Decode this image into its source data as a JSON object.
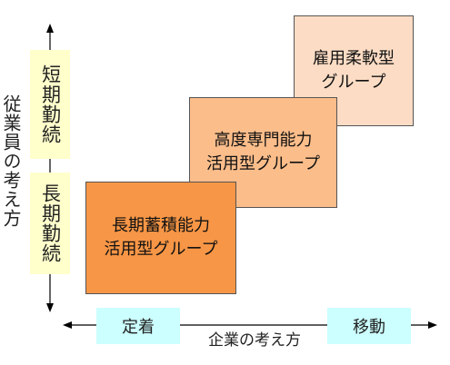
{
  "y_axis": {
    "title": "従業員の考え方",
    "top_label": "短期勤続",
    "bottom_label": "長期勤続"
  },
  "x_axis": {
    "title": "企業の考え方",
    "left_label": "定着",
    "right_label": "移動"
  },
  "groups": [
    {
      "line1": "長期蓄積能力",
      "line2": "活用型グループ",
      "color": "#f79646"
    },
    {
      "line1": "高度専門能力",
      "line2": "活用型グループ",
      "color": "#fbbd8a"
    },
    {
      "line1": "雇用柔軟型",
      "line2": "グループ",
      "color": "#fcdcc4"
    }
  ],
  "colors": {
    "axis_box_vertical": "#ffffcc",
    "axis_box_horizontal": "#ccffff",
    "axis_line": "#000000"
  }
}
